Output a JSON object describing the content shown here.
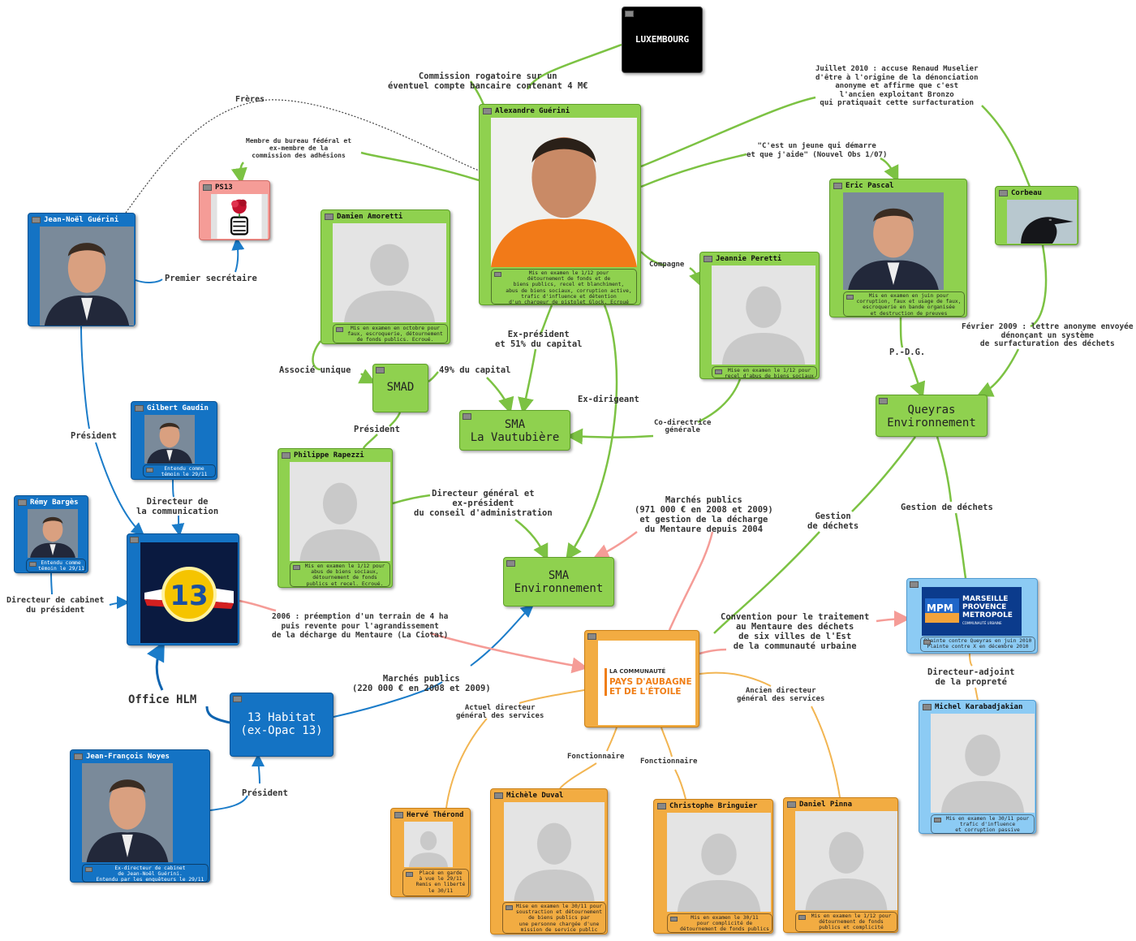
{
  "colors": {
    "green": "#8fd14f",
    "blue": "#1473c4",
    "light_blue": "#8ccbf4",
    "orange": "#f2ac42",
    "pink": "#f59c97"
  },
  "nodes": {
    "luxembourg": {
      "title": "LUXEMBOURG"
    },
    "alexandre": {
      "name": "Alexandre Guérini",
      "caption": "Mis en examen le 1/12 pour\ndétournement de fonds et de\nbiens publics, recel et blanchiment,\nabus de biens sociaux, corruption active,\ntrafic d'influence et détention\nd'un chargeur de pistolet Glock. Ecroué"
    },
    "ps13": {
      "name": "PS13",
      "icon": "rose-fist-logo"
    },
    "jean_noel": {
      "name": "Jean-Noël Guérini"
    },
    "damien": {
      "name": "Damien Amoretti",
      "caption": "Mis en examen en octobre pour\nfaux, escroquerie, détournement\nde fonds publics. Ecroué."
    },
    "jeannie": {
      "name": "Jeannie Peretti",
      "caption": "Mise en examen le 1/12 pour\nrecel d'abus de biens sociaux"
    },
    "eric": {
      "name": "Eric Pascal",
      "caption": "Mis en examen en juin pour\ncorruption, faux et usage de faux,\nescroquerie en bande organisée\net destruction de preuves"
    },
    "corbeau": {
      "name": "Corbeau"
    },
    "smad": {
      "title": "SMAD"
    },
    "vautubiere": {
      "title": "SMA\nLa Vautubière"
    },
    "queyras": {
      "title": "Queyras\nEnvironnement"
    },
    "gaudin": {
      "name": "Gilbert Gaudin",
      "caption": "Entendu comme\ntémoin le 29/11"
    },
    "barges": {
      "name": "Rémy Bargès",
      "caption": "Entendu comme\ntémoin le 29/11"
    },
    "cg13": {
      "icon": "cg13-logo",
      "logo_text": "13"
    },
    "rapezzi": {
      "name": "Philippe Rapezzi",
      "caption": "Mis en examen le 1/12 pour\nabus de biens sociaux,\ndétournement de fonds\npublics et recel. Ecroué."
    },
    "sma_env": {
      "title": "SMA\nEnvironnement"
    },
    "aubagne": {
      "logo_line1": "LA COMMUNAUTÉ",
      "logo_line2": "PAYS D'AUBAGNE\nET DE L'ÉTOILE"
    },
    "mpm": {
      "logo_abbr": "MPM",
      "logo_name": "MARSEILLE\nPROVENCE\nMETROPOLE",
      "logo_sub": "COMMUNAUTÉ URBAINE",
      "caption": "Plainte contre Queyras en juin 2010\nPlainte contre X en décembre 2010"
    },
    "habitat": {
      "title": "13 Habitat\n(ex-Opac 13)"
    },
    "michel": {
      "name": "Michel Karabadjakian",
      "caption": "Mis en examen le 30/11 pour\ntrafic d'influence\net corruption passive"
    },
    "noyes": {
      "name": "Jean-François Noyes",
      "caption": "Ex-directeur de cabinet\nde Jean-Noël Guérini.\nEntendu par les enquêteurs le 29/11"
    },
    "therond": {
      "name": "Hervé Thérond",
      "caption": "Placé en garde\nà vue le 29/11\nRemis en liberté\nle 30/11"
    },
    "duval": {
      "name": "Michèle Duval",
      "caption": "Mise en examen le 30/11 pour\nsoustraction et détournement\nde biens publics par\nune personne chargée d'une\nmission de service public"
    },
    "bringuier": {
      "name": "Christophe Bringuier",
      "caption": "Mis en examen le 30/11\npour complicité de\ndétournement de fonds publics"
    },
    "pinna": {
      "name": "Daniel Pinna",
      "caption": "Mis en examen le 1/12 pour\ndétournement de fonds\npublics et complicité"
    }
  },
  "edge_labels": {
    "commission": "Commission rogatoire sur un\néventuel compte bancaire contenant 4 M€",
    "freres": "Frères",
    "membre": "Membre du bureau fédéral et\nex-membre de la\ncommission des adhésions",
    "juillet": "Juillet 2010 : accuse Renaud Muselier\nd'être à l'origine de la dénonciation\nanonyme et affirme que c'est\nl'ancien exploitant Bronzo\nqui pratiquait cette surfacturation",
    "jeune": "\"C'est un jeune qui démarre\net que j'aide\" (Nouvel Obs 1/07)",
    "premier": "Premier secrétaire",
    "compagne": "Compagne",
    "ex_president": "Ex-président\net 51% du capital",
    "associe": "Associé unique",
    "capital49": "49% du capital",
    "ex_dirigeant": "Ex-dirigeant",
    "pdg": "P.-D.G.",
    "fevrier": "Février 2009 : lettre anonyme envoyée\ndénonçant un système\nde surfacturation des déchets",
    "president_smad": "Président",
    "codirectrice": "Co-directrice\ngénérale",
    "president_jng": "Président",
    "dircom": "Directeur de\nla communication",
    "dg": "Directeur général et\nex-président\ndu conseil d'administration",
    "marches1": "Marchés publics\n(971 000 € en 2008 et 2009)\net gestion de la décharge\ndu Mentaure depuis 2004",
    "gestion1": "Gestion\nde déchets",
    "gestion2": "Gestion de déchets",
    "dircab": "Directeur de cabinet\ndu président",
    "preemption": "2006 : préemption d'un terrain de 4 ha\npuis revente pour l'agrandissement\nde la décharge du Mentaure (La Ciotat)",
    "convention": "Convention pour le traitement\nau Mentaure des déchets\nde six villes de l'Est\nde la communauté urbaine",
    "adjoint": "Directeur-adjoint\nde la propreté",
    "office": "Office HLM",
    "marches2": "Marchés publics\n(220 000 € en 2008 et 2009)",
    "actuel": "Actuel directeur\ngénéral des services",
    "ancien": "Ancien directeur\ngénéral des services",
    "fonctionnaire1": "Fonctionnaire",
    "fonctionnaire2": "Fonctionnaire",
    "president_noyes": "Président"
  }
}
